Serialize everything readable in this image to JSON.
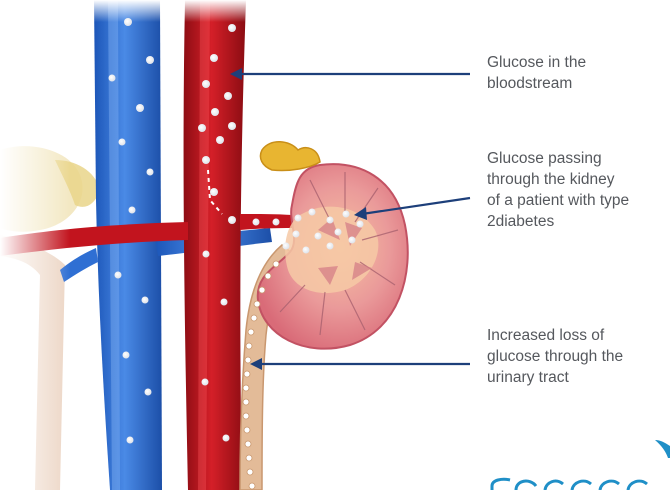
{
  "colors": {
    "artery": "#c2141e",
    "vein": "#2f6fd3",
    "callout_line": "#1d3f7a",
    "text": "#55585d",
    "kidney": "#e89393",
    "adrenal": "#e8b531",
    "ureter": "#d9a784",
    "logo": "#1f8fc7"
  },
  "labels": {
    "bloodstream": {
      "line1": "Glucose in the",
      "line2": "bloodstream"
    },
    "kidney": {
      "line1": "Glucose passing",
      "line2": "through the kidney",
      "line3": "of a patient with type",
      "line4": "2diabetes"
    },
    "urinary": {
      "line1": "Increased loss of",
      "line2": "glucose through the",
      "line3": "urinary tract"
    }
  },
  "icons": {
    "logo": "brand-logo-partial-icon"
  }
}
